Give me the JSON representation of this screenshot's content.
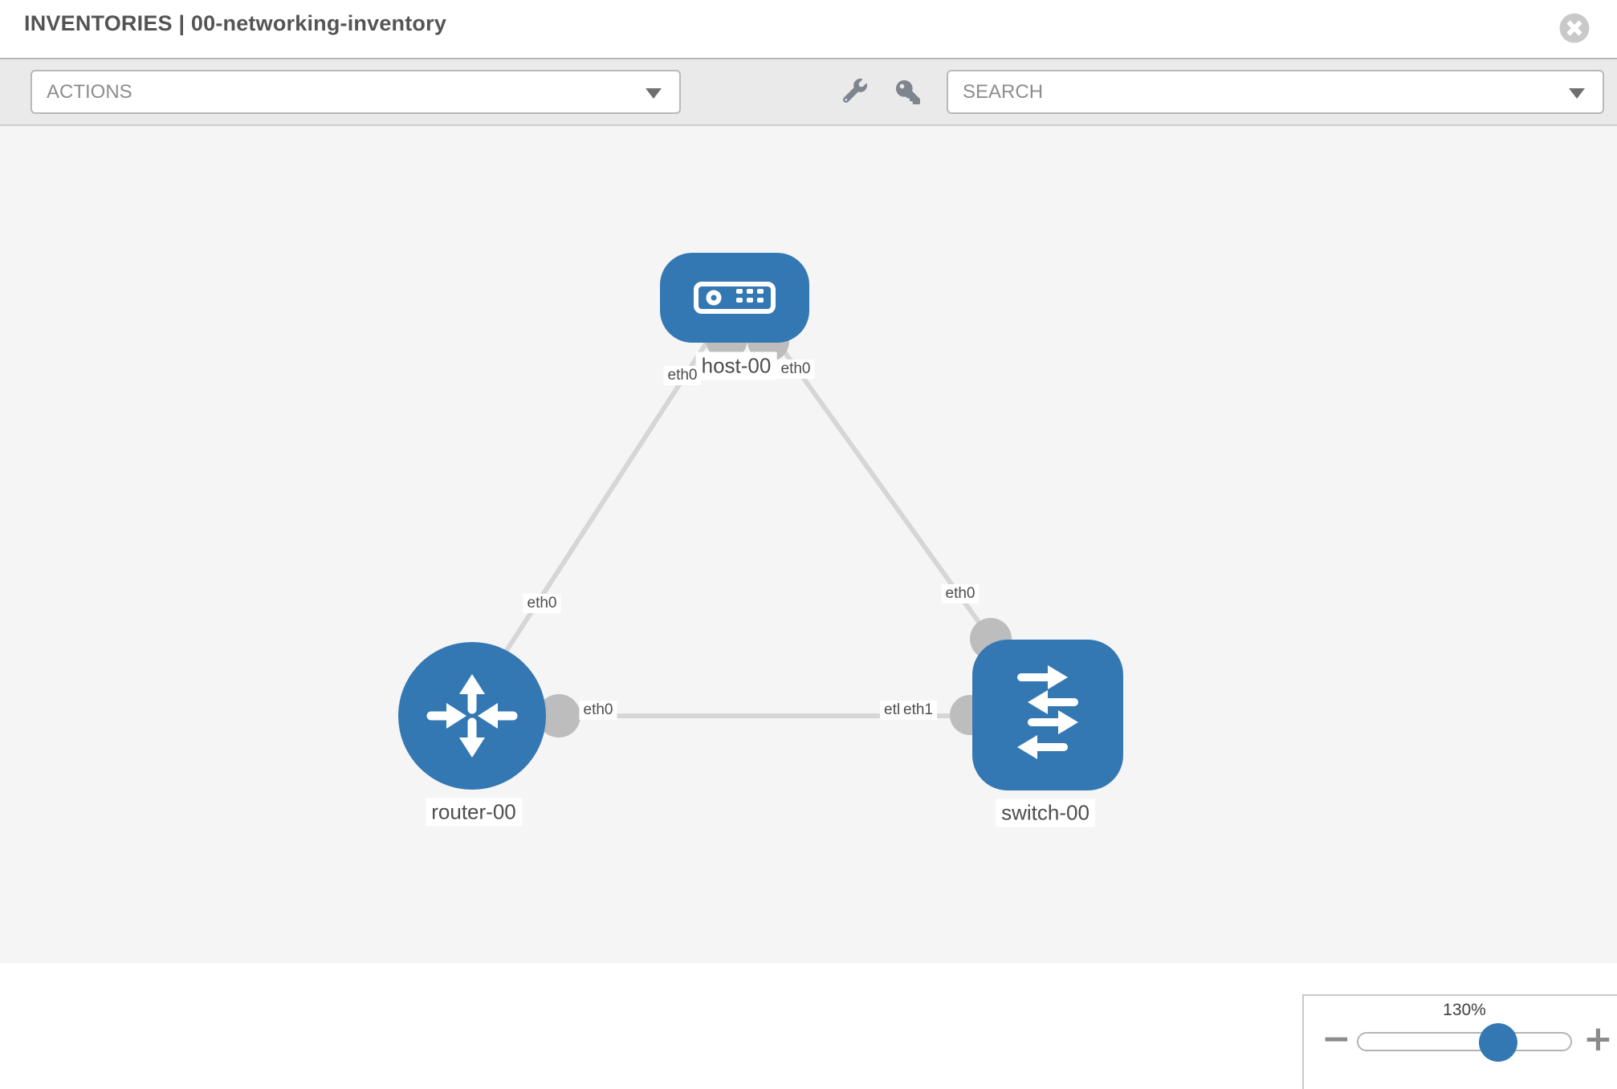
{
  "header": {
    "title": "INVENTORIES | 00-networking-inventory",
    "close_icon": "circle-x-icon"
  },
  "toolbar": {
    "actions_label": "ACTIONS",
    "search_placeholder": "SEARCH",
    "icons": [
      {
        "name": "wrench-icon"
      },
      {
        "name": "key-icon"
      }
    ]
  },
  "topology": {
    "nodes": [
      {
        "id": "host-00",
        "type": "host",
        "label": "host-00"
      },
      {
        "id": "router-00",
        "type": "router",
        "label": "router-00"
      },
      {
        "id": "switch-00",
        "type": "switch",
        "label": "switch-00"
      }
    ],
    "links": [
      {
        "source": "host-00",
        "source_port": "eth0",
        "target": "router-00",
        "target_port": "eth0"
      },
      {
        "source": "host-00",
        "source_port": "eth0",
        "target": "switch-00",
        "target_port": "eth0"
      },
      {
        "source": "router-00",
        "source_port": "eth0",
        "target": "switch-00",
        "target_port": "eth1"
      }
    ],
    "port_labels": [
      {
        "id": "host-eth0-left",
        "text": "eth0"
      },
      {
        "id": "host-eth0-right",
        "text": "eth0"
      },
      {
        "id": "router-eth0-top",
        "text": "eth0"
      },
      {
        "id": "switch-eth0-top",
        "text": "eth0"
      },
      {
        "id": "router-eth0-right",
        "text": "eth0"
      },
      {
        "id": "switch-eth0-back",
        "text": "eth0"
      },
      {
        "id": "switch-eth1-front",
        "text": "eth1"
      }
    ]
  },
  "zoom_control": {
    "level": "130%",
    "minus_label": "−",
    "plus_label": "+"
  },
  "colors": {
    "node_blue": "#3478b3",
    "link_gray": "#d6d6d6",
    "interface_gray": "#bdbdbd",
    "toolbar_bg": "#eaeaea",
    "canvas_bg": "#f5f5f5",
    "label_text": "#4d4d4d"
  }
}
